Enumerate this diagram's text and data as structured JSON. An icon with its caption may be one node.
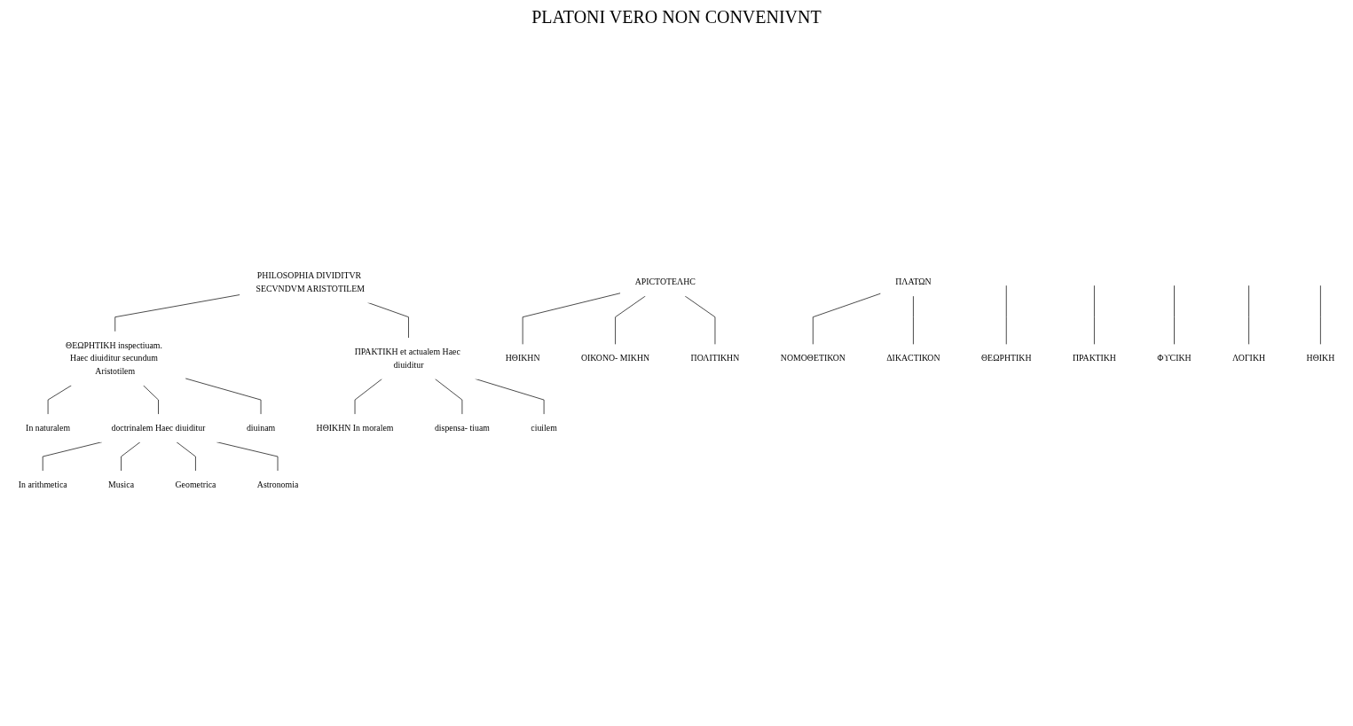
{
  "diagram": {
    "nodes": [
      {
        "text": [
          "PHILOSOPHIA DIVIDITVR SECVNDVM ARISTOTILEM"
        ]
      },
      {
        "text": [
          "ΘΕΩΡΗΤΙΚΗ inspectiuam. Haec diuiditur secundum Aristotilem"
        ]
      },
      {
        "text": [
          "ΠΡΑΚΤΙΚΗ et actualem Haec diuiditur"
        ]
      },
      {
        "text": [
          "In naturalem"
        ]
      },
      {
        "text": [
          "doctrinalem Haec diuiditur"
        ]
      },
      {
        "text": [
          "diuinam"
        ]
      },
      {
        "text": [
          "ΗΘΙΚΗΝ In moralem"
        ]
      },
      {
        "text": [
          "dispensa- tiuam"
        ]
      },
      {
        "text": [
          "ciuilem"
        ]
      },
      {
        "text": [
          "In arithmetica"
        ]
      },
      {
        "text": [
          "Musica"
        ]
      },
      {
        "text": [
          "Geometrica"
        ]
      },
      {
        "text": [
          "Astronomia"
        ]
      },
      {
        "text": [
          "ΑΡΙϹΤΟΤΕΛΗϹ"
        ]
      },
      {
        "text": [
          "ΗΘΙΚΗΝ"
        ]
      },
      {
        "text": [
          "ΟΙΚΟΝΟ- ΜΙΚΗΝ"
        ]
      },
      {
        "text": [
          "ΠΟΛΙΤΙΚΗΝ"
        ]
      },
      {
        "text": [
          "ΠΛΑΤΩΝ"
        ]
      },
      {
        "text": [
          "ΝΟΜΟΘΕΤΙΚΟΝ"
        ]
      },
      {
        "text": [
          "ΔΙΚΑϹΤΙΚΟΝ"
        ]
      },
      {
        "text": [
          "ΘΕΩΡΗΤΙΚΗ"
        ]
      },
      {
        "text": [
          "ΠΡΑΚΤΙΚΗ"
        ]
      },
      {
        "text": [
          "ΦϒϹΙΚΗ"
        ]
      },
      {
        "text": [
          "ΛΟΓΙΚΗ"
        ]
      },
      {
        "text": [
          "ΗΘΙΚΗ"
        ]
      }
    ],
    "edges": [
      {
        "from": 0,
        "to": 1,
        "arrow": "none"
      },
      {
        "from": 0,
        "to": 2,
        "arrow": "none"
      },
      {
        "from": 1,
        "to": 3,
        "arrow": "none"
      },
      {
        "from": 1,
        "to": 4,
        "arrow": "none"
      },
      {
        "from": 1,
        "to": 5,
        "arrow": "none"
      },
      {
        "from": 2,
        "to": 6,
        "arrow": "none"
      },
      {
        "from": 2,
        "to": 7,
        "arrow": "none"
      },
      {
        "from": 2,
        "to": 8,
        "arrow": "none"
      },
      {
        "from": 4,
        "to": 9,
        "arrow": "none"
      },
      {
        "from": 4,
        "to": 10,
        "arrow": "none"
      },
      {
        "from": 4,
        "to": 11,
        "arrow": "none"
      },
      {
        "from": 4,
        "to": 12,
        "arrow": "none"
      },
      {
        "from": 13,
        "to": 14,
        "arrow": "none"
      },
      {
        "from": 13,
        "to": 15,
        "arrow": "none"
      },
      {
        "from": 13,
        "to": 16,
        "arrow": "none"
      },
      {
        "from": 17,
        "to": 18,
        "arrow": "none"
      },
      {
        "from": 17,
        "to": 19,
        "arrow": "none"
      },
      {
        "from": null,
        "to": 20,
        "arrow": "none"
      },
      {
        "from": null,
        "to": 21,
        "arrow": "none"
      },
      {
        "from": null,
        "to": 22,
        "arrow": "none"
      },
      {
        "from": null,
        "to": 23,
        "arrow": "none"
      },
      {
        "from": null,
        "to": 24,
        "arrow": "none"
      }
    ],
    "labels": [
      "PLATONI VERO NON CONVENIVNT"
    ]
  }
}
